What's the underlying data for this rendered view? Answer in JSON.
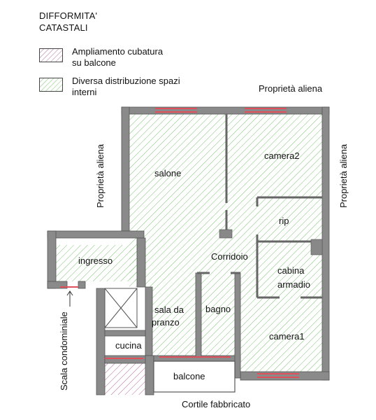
{
  "legend": {
    "title_line1": "DIFFORMITA'",
    "title_line2": "CATASTALI",
    "items": [
      {
        "line1": "Ampliamento cubatura",
        "line2": "su balcone",
        "color": "#b0709c"
      },
      {
        "line1": "Diversa distribuzione spazi",
        "line2": "interni",
        "color": "#7cc46f"
      }
    ]
  },
  "labels": {
    "property_top": "Proprietà aliena",
    "property_left": "Proprietà aliena",
    "property_right": "Proprietà aliena",
    "stairs": "Scala condominiale",
    "courtyard": "Cortile fabbricato"
  },
  "rooms": {
    "salone": "salone",
    "camera2": "camera2",
    "rip": "rip",
    "ingresso": "ingresso",
    "corridoio": "Corridoio",
    "cabina_line1": "cabina",
    "cabina_line2": "armadio",
    "sala_line1": "sala da",
    "sala_line2": "pranzo",
    "bagno": "bagno",
    "camera1": "camera1",
    "cucina": "cucina",
    "balcone": "balcone"
  },
  "colors": {
    "wall": "#8a8a8a",
    "wall_stroke": "#555555",
    "green_hatch": "#6dbb63",
    "purple_hatch": "#a8578f",
    "window_red": "#e0505a"
  }
}
